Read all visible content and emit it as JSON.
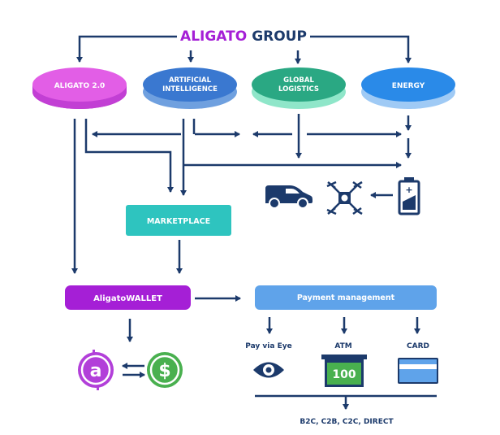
{
  "header": {
    "brand": "ALIGATO",
    "group": "GROUP"
  },
  "divisions": [
    {
      "line1": "ALIGATO 2.0",
      "line2": ""
    },
    {
      "line1": "ARTIFICIAL",
      "line2": "INTELLIGENCE"
    },
    {
      "line1": "GLOBAL",
      "line2": "LOGISTICS"
    },
    {
      "line1": "ENERGY",
      "line2": ""
    }
  ],
  "boxes": {
    "marketplace": "MARKETPLACE",
    "wallet": "AligatoWALLET",
    "payment": "Payment management"
  },
  "payment_methods": {
    "eye": "Pay via Eye",
    "atm": "ATM",
    "atm_value": "100",
    "card": "CARD"
  },
  "footer": "B2C, C2B, C2C, DIRECT",
  "icons": [
    "delivery-van-icon",
    "drone-icon",
    "battery-icon",
    "aligato-coin-icon",
    "dollar-coin-icon",
    "eye-icon",
    "atm-icon",
    "credit-card-icon"
  ],
  "colors": {
    "navy": "#1c3a6b",
    "purple": "#a51fd6",
    "magenta_disc": "#e25ee6",
    "blue_disc": "#3a78d0",
    "green_disc": "#2aa883",
    "light_blue_disc": "#2a8ae8",
    "teal": "#2ec4bf",
    "payment_blue": "#5fa3ea",
    "green_coin": "#49b04f"
  }
}
